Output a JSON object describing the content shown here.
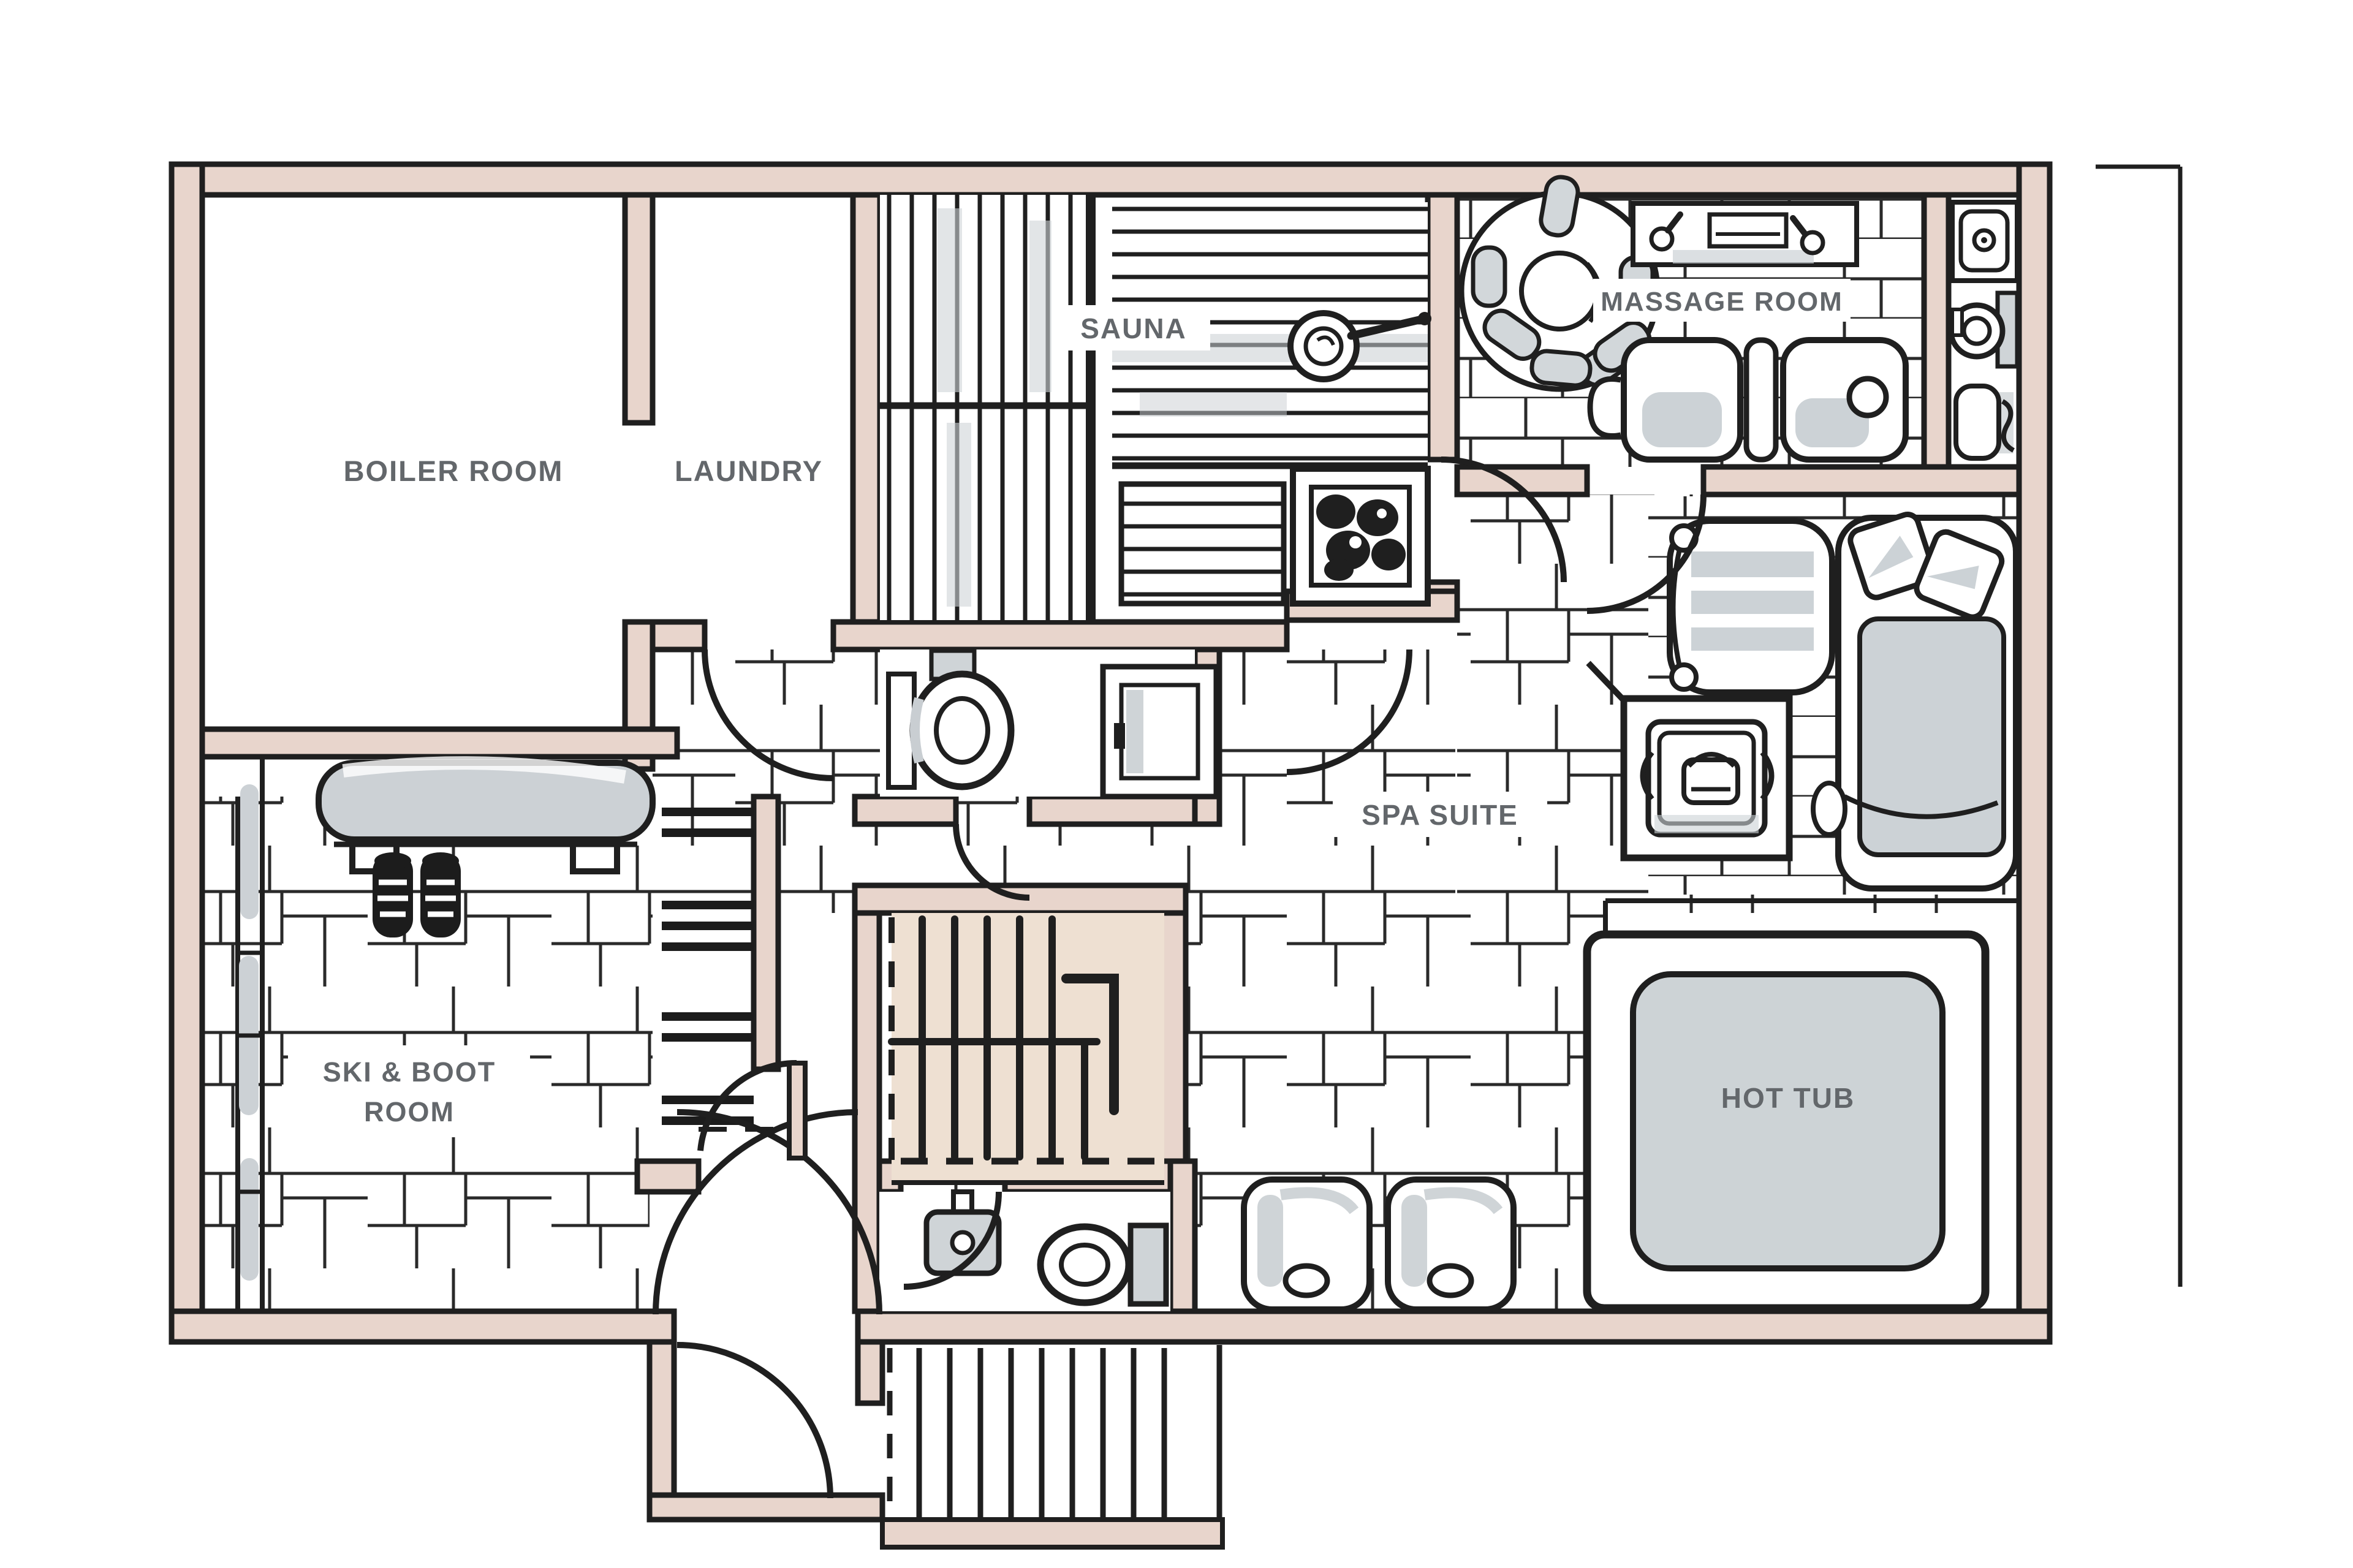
{
  "document": {
    "type": "floor-plan",
    "style": "hand-drawn architectural sketch, chalet spa / basement level"
  },
  "palette": {
    "wall_fill": "#e8d5cc",
    "stair_fill": "#eee0d2",
    "furniture_gray": "#ccd2d6",
    "hot_tub_water": "#cdd3d6",
    "label_color": "#63676b",
    "line_color": "#1f1f1f",
    "background": "#ffffff"
  },
  "rooms": [
    {
      "id": "boiler-room",
      "label": "BOILER ROOM"
    },
    {
      "id": "laundry",
      "label": "LAUNDRY"
    },
    {
      "id": "sauna",
      "label": "SAUNA"
    },
    {
      "id": "massage-room",
      "label": "MASSAGE ROOM"
    },
    {
      "id": "spa-suite",
      "label": "SPA SUITE"
    },
    {
      "id": "ski-boot-room",
      "label": "SKI & BOOT ROOM",
      "label_lines": [
        "SKI & BOOT",
        "ROOM"
      ]
    },
    {
      "id": "hot-tub",
      "label": "HOT TUB"
    }
  ],
  "fixtures": [
    {
      "icon": "sauna-bench-slats-icon",
      "room": "sauna"
    },
    {
      "icon": "sauna-bucket-ladle-icon",
      "room": "sauna"
    },
    {
      "icon": "sauna-stove-rocks-icon",
      "room": "sauna"
    },
    {
      "icon": "drying-slats-icon",
      "room": "sauna-anteroom"
    },
    {
      "icon": "snail-shower-icon",
      "room": "massage-room"
    },
    {
      "icon": "massage-table-icon",
      "room": "massage-room"
    },
    {
      "icon": "oil-bottle-shelf-icon",
      "room": "massage-room"
    },
    {
      "icon": "sink-icon",
      "room": "massage-wc"
    },
    {
      "icon": "toilet-icon",
      "room": "massage-wc"
    },
    {
      "icon": "towel-hook-icon",
      "room": "massage-wc"
    },
    {
      "icon": "toilet-icon",
      "room": "shower-wc"
    },
    {
      "icon": "shower-stall-icon",
      "room": "shower-wc"
    },
    {
      "icon": "armchair-icon",
      "room": "spa-suite"
    },
    {
      "icon": "sofa-icon",
      "room": "spa-suite"
    },
    {
      "icon": "wood-stove-kettle-icon",
      "room": "spa-suite"
    },
    {
      "icon": "hot-tub-basin-icon",
      "room": "hot-tub"
    },
    {
      "icon": "lounger-icon",
      "room": "spa-suite",
      "count": 2
    },
    {
      "icon": "sink-icon",
      "room": "lower-wc"
    },
    {
      "icon": "toilet-icon",
      "room": "lower-wc"
    },
    {
      "icon": "boot-bench-icon",
      "room": "ski-boot-room"
    },
    {
      "icon": "ski-boots-icon",
      "room": "ski-boot-room"
    },
    {
      "icon": "ski-rack-icon",
      "room": "ski-boot-room"
    },
    {
      "icon": "interior-staircase-icon",
      "room": "hall"
    },
    {
      "icon": "exterior-steps-icon",
      "room": "entrance"
    },
    {
      "icon": "door-swing-icon",
      "count": 10
    }
  ]
}
